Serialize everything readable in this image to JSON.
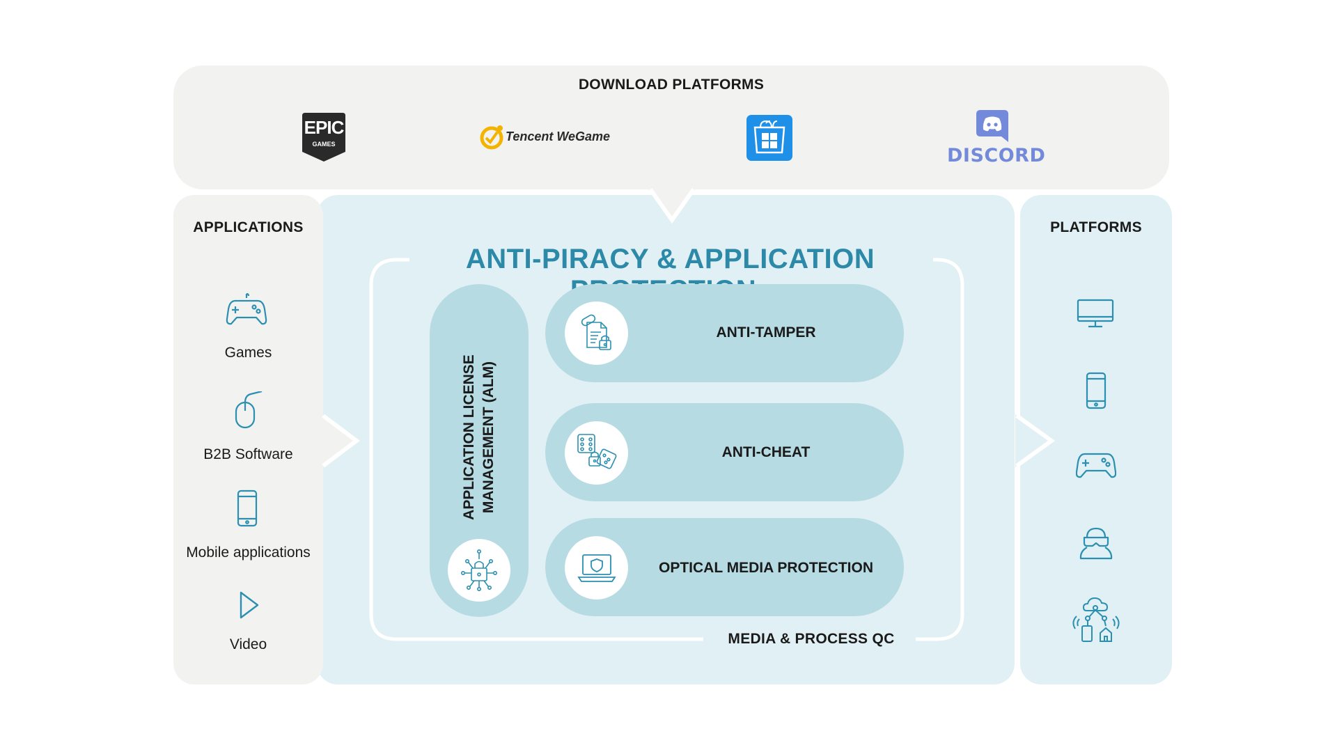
{
  "download_platforms": {
    "heading": "DOWNLOAD PLATFORMS",
    "logos": [
      {
        "name": "epic-games",
        "line1": "EPIC",
        "line2": "GAMES",
        "color": "#2a2a2a"
      },
      {
        "name": "tencent-wegame",
        "text": "Tencent WeGame",
        "accent": "#f2b400"
      },
      {
        "name": "microsoft-store",
        "color": "#1e90e8"
      },
      {
        "name": "discord",
        "text": "DISCORD",
        "color": "#7389da"
      }
    ]
  },
  "applications": {
    "heading": "APPLICATIONS",
    "items": [
      {
        "label": "Games",
        "icon": "gamepad-icon"
      },
      {
        "label": "B2B Software",
        "icon": "mouse-icon"
      },
      {
        "label": "Mobile applications",
        "icon": "smartphone-icon"
      },
      {
        "label": "Video",
        "icon": "play-icon"
      }
    ]
  },
  "protection": {
    "title": "ANTI-PIRACY & APPLICATION PROTECTION",
    "alm_label_line1": "APPLICATION LICENSE",
    "alm_label_line2": "MANAGEMENT (ALM)",
    "modules": [
      {
        "label": "ANTI-TAMPER",
        "icon": "document-lock-icon"
      },
      {
        "label": "ANTI-CHEAT",
        "icon": "dice-lock-icon"
      },
      {
        "label": "OPTICAL MEDIA PROTECTION",
        "icon": "laptop-shield-icon"
      }
    ],
    "footer": "MEDIA & PROCESS QC"
  },
  "platforms": {
    "heading": "PLATFORMS",
    "icons": [
      "monitor-icon",
      "smartphone-icon",
      "gamepad-icon",
      "vr-headset-icon",
      "cloud-iot-icon"
    ]
  },
  "colors": {
    "accent": "#2c8aa8",
    "icon_stroke": "#2a8fb0",
    "pill": "#b6dbe3",
    "panel_light_blue": "#e1f0f4",
    "panel_grey": "#f2f2f1"
  }
}
